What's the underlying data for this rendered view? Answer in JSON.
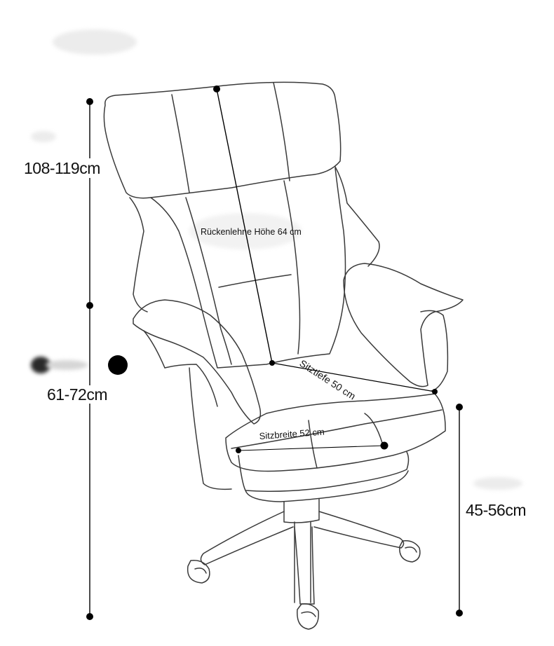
{
  "colors": {
    "line": "#3a3a3a",
    "dot": "#000000",
    "background": "#ffffff"
  },
  "labels": {
    "total_height": "108-119cm",
    "armrest_height": "61-72cm",
    "seat_height": "45-56cm",
    "backrest_height": "Rückenlehne Höhe 64 cm",
    "seat_depth": "Sitztiefe 50 cm",
    "seat_width": "Sitzbreite 52 cm"
  }
}
